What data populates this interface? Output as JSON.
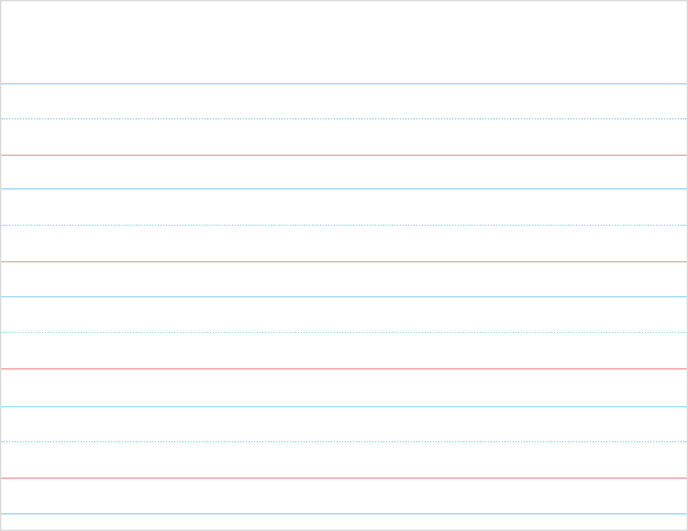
{
  "colors": {
    "guide_blue": "#a3ddf4",
    "baseline_red": "#f6a7ab",
    "border": "#d9d9d9"
  },
  "line_groups": [
    {
      "top": "solid-blue",
      "mid": "dotted-blue",
      "base": "solid-red"
    },
    {
      "top": "solid-blue",
      "mid": "dotted-blue",
      "base": "solid-red"
    },
    {
      "top": "solid-blue",
      "mid": "dotted-blue",
      "base": "solid-red"
    },
    {
      "top": "solid-blue",
      "mid": "dotted-blue",
      "base": "solid-red"
    }
  ],
  "bottom_line": "solid-blue"
}
